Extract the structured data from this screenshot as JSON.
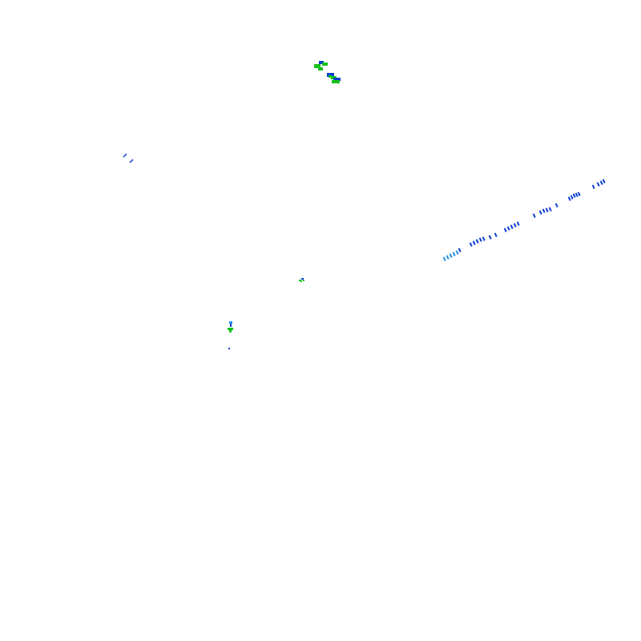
{
  "colors": {
    "background": "#ffffff",
    "blue": "#0b3fd6",
    "green": "#16c21a",
    "light_blue": "#1e8fe6"
  },
  "clusters": [
    {
      "name": "cluster-top",
      "colors": [
        "green",
        "blue"
      ]
    },
    {
      "name": "cluster-left-strokes",
      "colors": [
        "blue"
      ]
    },
    {
      "name": "diagonal-track",
      "colors": [
        "blue",
        "light_blue"
      ]
    },
    {
      "name": "cluster-center",
      "colors": [
        "green",
        "blue"
      ]
    },
    {
      "name": "cluster-lower",
      "colors": [
        "blue",
        "green"
      ]
    }
  ]
}
